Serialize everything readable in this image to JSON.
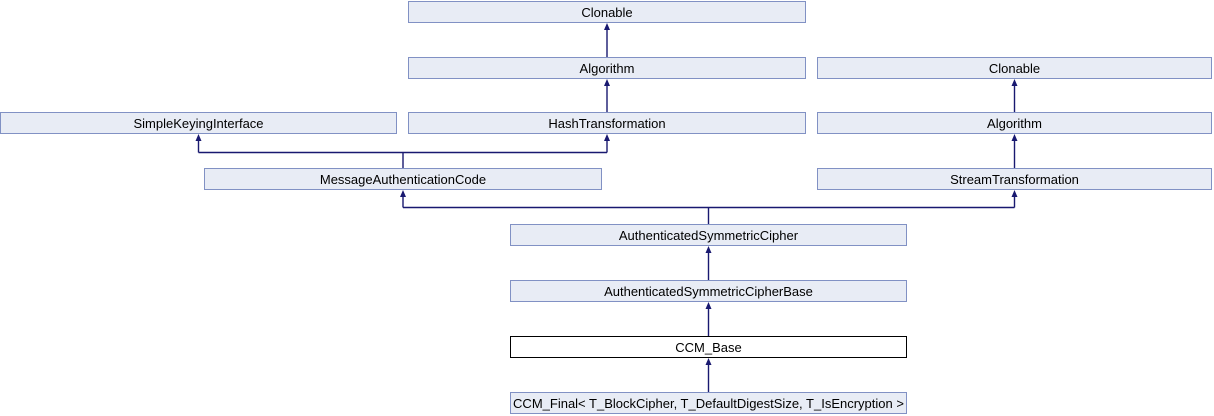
{
  "diagram": {
    "kind": "class-inheritance-diagram",
    "current_node": "ccm_base",
    "colors": {
      "background": "#ffffff",
      "node_fill": "#e8ecf5",
      "node_border": "#8191c4",
      "current_node_fill": "#ffffff",
      "current_node_border": "#000000",
      "edge_color": "#191970",
      "text_color": "#000000"
    },
    "nodes": {
      "clonable_a": {
        "label": "Clonable"
      },
      "algorithm_a": {
        "label": "Algorithm"
      },
      "simple_keying_interface": {
        "label": "SimpleKeyingInterface"
      },
      "hash_transformation": {
        "label": "HashTransformation"
      },
      "message_authentication_code": {
        "label": "MessageAuthenticationCode"
      },
      "clonable_b": {
        "label": "Clonable"
      },
      "algorithm_b": {
        "label": "Algorithm"
      },
      "stream_transformation": {
        "label": "StreamTransformation"
      },
      "authenticated_symmetric_cipher": {
        "label": "AuthenticatedSymmetricCipher"
      },
      "authenticated_symmetric_cipher_base": {
        "label": "AuthenticatedSymmetricCipherBase"
      },
      "ccm_base": {
        "label": "CCM_Base"
      },
      "ccm_final": {
        "label": "CCM_Final< T_BlockCipher, T_DefaultDigestSize, T_IsEncryption >"
      }
    },
    "edges": [
      {
        "from": "algorithm_a",
        "to": "clonable_a",
        "type": "public-inheritance"
      },
      {
        "from": "hash_transformation",
        "to": "algorithm_a",
        "type": "public-inheritance"
      },
      {
        "from": "message_authentication_code",
        "to": "simple_keying_interface",
        "type": "public-inheritance"
      },
      {
        "from": "message_authentication_code",
        "to": "hash_transformation",
        "type": "public-inheritance"
      },
      {
        "from": "algorithm_b",
        "to": "clonable_b",
        "type": "public-inheritance"
      },
      {
        "from": "stream_transformation",
        "to": "algorithm_b",
        "type": "public-inheritance"
      },
      {
        "from": "authenticated_symmetric_cipher",
        "to": "message_authentication_code",
        "type": "public-inheritance"
      },
      {
        "from": "authenticated_symmetric_cipher",
        "to": "stream_transformation",
        "type": "public-inheritance"
      },
      {
        "from": "authenticated_symmetric_cipher_base",
        "to": "authenticated_symmetric_cipher",
        "type": "public-inheritance"
      },
      {
        "from": "ccm_base",
        "to": "authenticated_symmetric_cipher_base",
        "type": "public-inheritance"
      },
      {
        "from": "ccm_final",
        "to": "ccm_base",
        "type": "public-inheritance"
      }
    ]
  }
}
